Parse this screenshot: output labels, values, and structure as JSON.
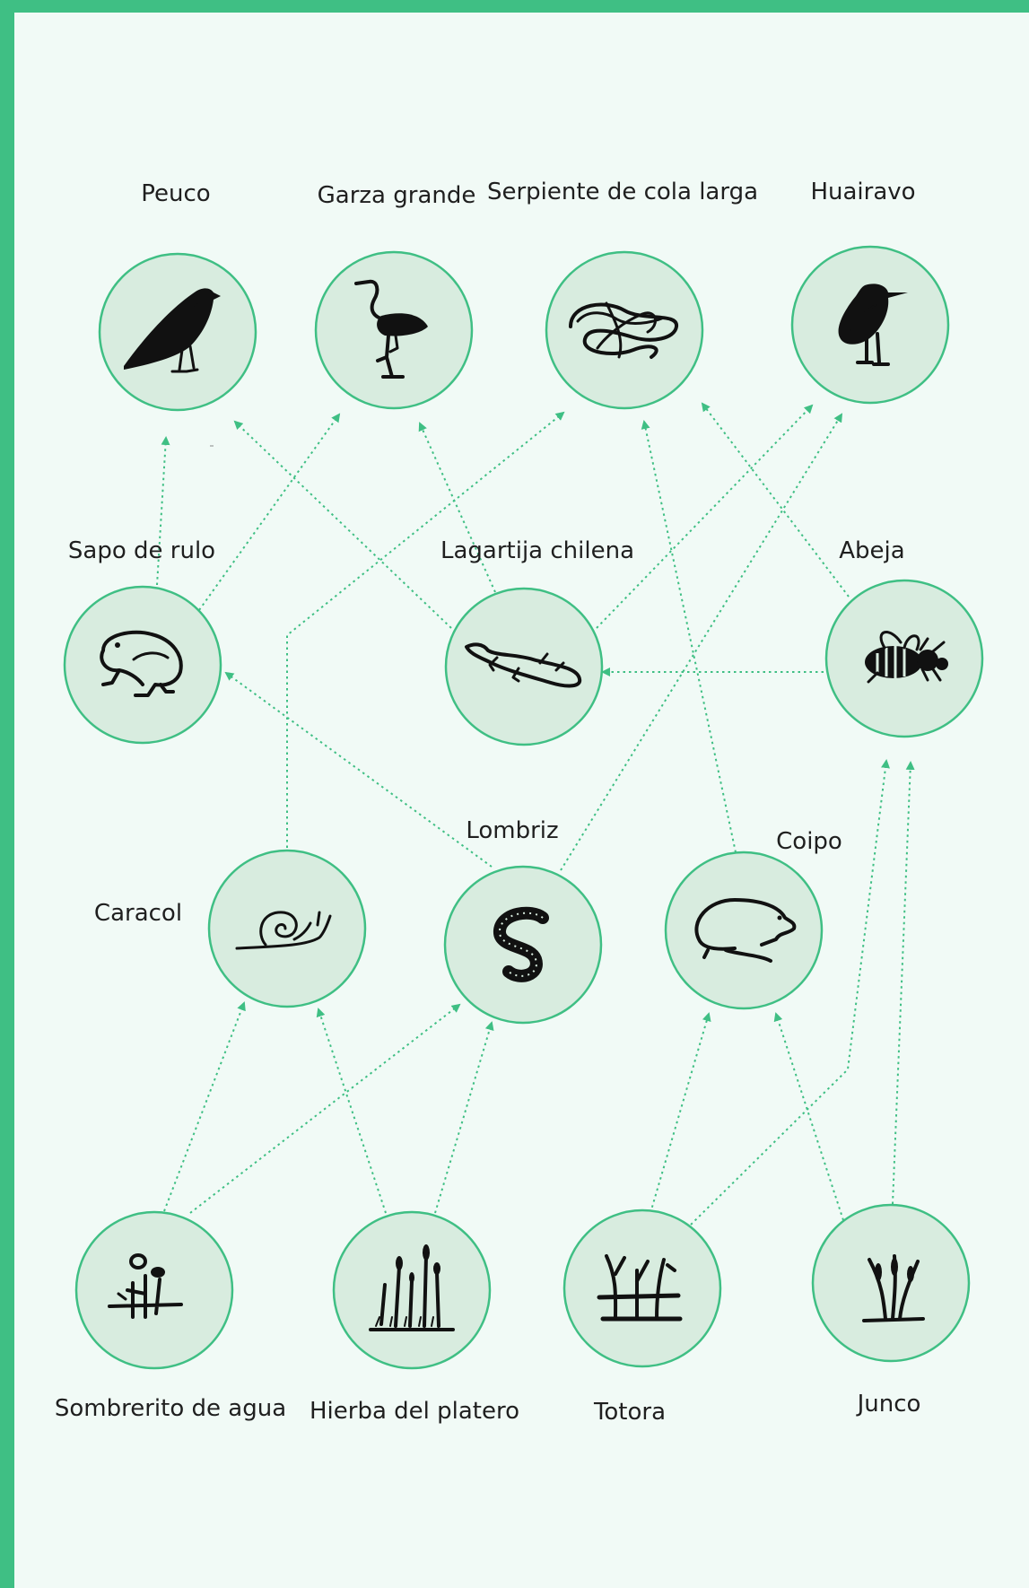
{
  "accent_color": "#3fbf84",
  "node_fill_color": "#d8ecdf",
  "background_color": "#f1faf6",
  "nodes": [
    {
      "id": "peuco",
      "label": "Peuco",
      "icon": "bird-icon"
    },
    {
      "id": "garza",
      "label": "Garza grande",
      "icon": "heron-icon"
    },
    {
      "id": "serpiente",
      "label": "Serpiente de cola larga",
      "icon": "snake-icon"
    },
    {
      "id": "huairavo",
      "label": "Huairavo",
      "icon": "night-heron-icon"
    },
    {
      "id": "sapo",
      "label": "Sapo de rulo",
      "icon": "toad-icon"
    },
    {
      "id": "lagartija",
      "label": "Lagartija chilena",
      "icon": "lizard-icon"
    },
    {
      "id": "abeja",
      "label": "Abeja",
      "icon": "bee-icon"
    },
    {
      "id": "caracol",
      "label": "Caracol",
      "icon": "snail-icon"
    },
    {
      "id": "lombriz",
      "label": "Lombriz",
      "icon": "worm-icon"
    },
    {
      "id": "coipo",
      "label": "Coipo",
      "icon": "coypu-icon"
    },
    {
      "id": "sombrerito",
      "label": "Sombrerito de agua",
      "icon": "pennywort-plant-icon"
    },
    {
      "id": "hierba",
      "label": "Hierba del platero",
      "icon": "horsetail-plant-icon"
    },
    {
      "id": "totora",
      "label": "Totora",
      "icon": "reed-plant-icon"
    },
    {
      "id": "junco",
      "label": "Junco",
      "icon": "rush-plant-icon"
    }
  ],
  "edges": [
    {
      "from": "sapo",
      "to": "peuco"
    },
    {
      "from": "sapo",
      "to": "garza"
    },
    {
      "from": "lagartija",
      "to": "peuco"
    },
    {
      "from": "lagartija",
      "to": "garza"
    },
    {
      "from": "lagartija",
      "to": "huairavo"
    },
    {
      "from": "caracol",
      "to": "serpiente"
    },
    {
      "from": "lombriz",
      "to": "sapo"
    },
    {
      "from": "lombriz",
      "to": "huairavo"
    },
    {
      "from": "abeja",
      "to": "lagartija"
    },
    {
      "from": "abeja",
      "to": "serpiente"
    },
    {
      "from": "coipo",
      "to": "serpiente"
    },
    {
      "from": "sombrerito",
      "to": "caracol"
    },
    {
      "from": "sombrerito",
      "to": "lombriz"
    },
    {
      "from": "hierba",
      "to": "caracol"
    },
    {
      "from": "hierba",
      "to": "lombriz"
    },
    {
      "from": "totora",
      "to": "coipo"
    },
    {
      "from": "totora",
      "to": "abeja"
    },
    {
      "from": "junco",
      "to": "coipo"
    },
    {
      "from": "junco",
      "to": "abeja"
    }
  ]
}
